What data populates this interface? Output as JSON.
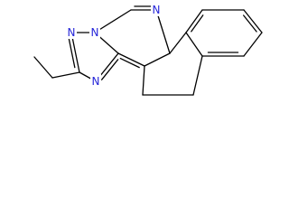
{
  "molecule": {
    "atoms": [
      {
        "id": "n_top_pyrimidine",
        "label": "N",
        "color": "#2626d9"
      },
      {
        "id": "n_ring_fusion",
        "label": "N",
        "color": "#2626d9"
      },
      {
        "id": "n_triazole_upper",
        "label": "N",
        "color": "#2626d9"
      },
      {
        "id": "n_triazole_lower",
        "label": "N",
        "color": "#2626d9"
      }
    ],
    "bond_color": "#000000"
  }
}
